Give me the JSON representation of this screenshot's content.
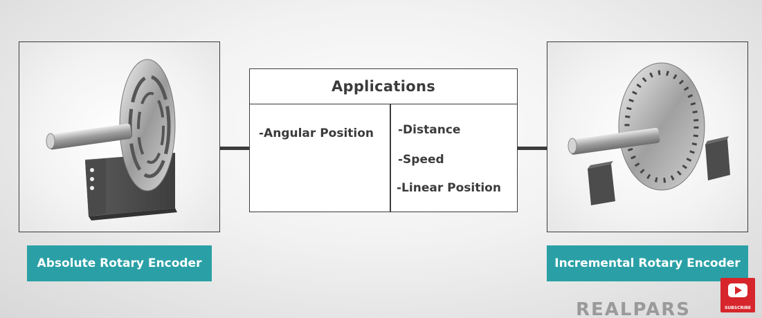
{
  "applications": {
    "title": "Applications",
    "left_items": [
      "-Angular Position"
    ],
    "right_items": [
      "-Distance",
      "-Speed",
      "-Linear Position"
    ]
  },
  "labels": {
    "left": "Absolute Rotary Encoder",
    "right": "Incremental Rotary Encoder"
  },
  "branding": {
    "logo_text": "REALPARS",
    "subscribe_text": "SUBSCRIBE"
  },
  "colors": {
    "label_bg": "#2aa0a6",
    "subscribe_red": "#d6262b"
  }
}
